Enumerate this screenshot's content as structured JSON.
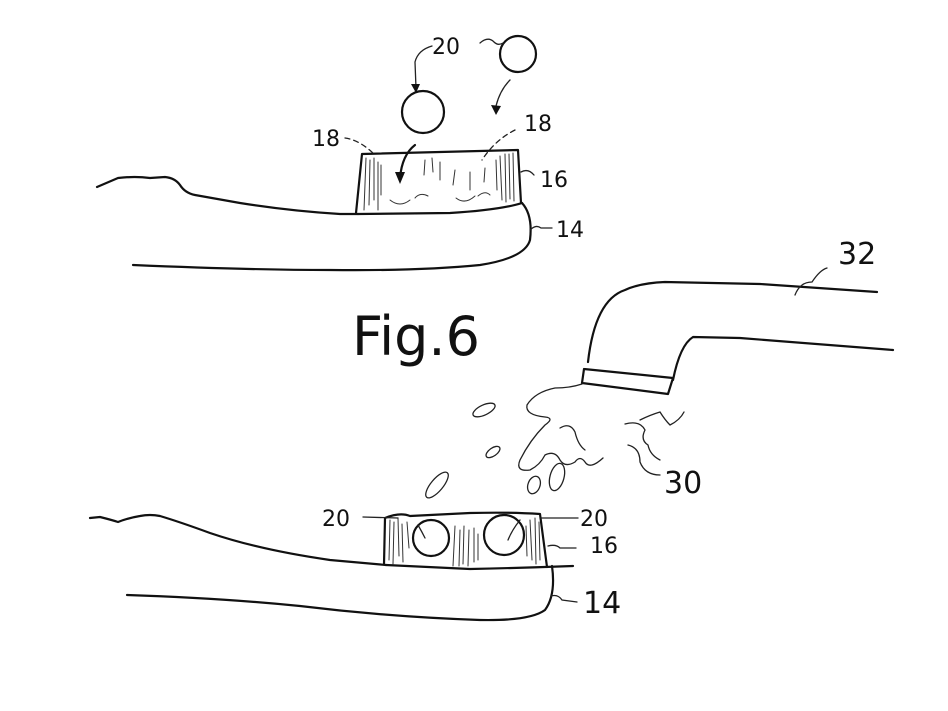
{
  "figure": {
    "caption": "Fig.6",
    "top_view": {
      "labels": {
        "balls": "20",
        "pad_left": "18",
        "pad_right": "18",
        "pad": "16",
        "head": "14"
      }
    },
    "bottom_view": {
      "labels": {
        "ball_left": "20",
        "ball_right": "20",
        "pad": "16",
        "head": "14",
        "water": "30",
        "faucet": "32"
      }
    }
  }
}
